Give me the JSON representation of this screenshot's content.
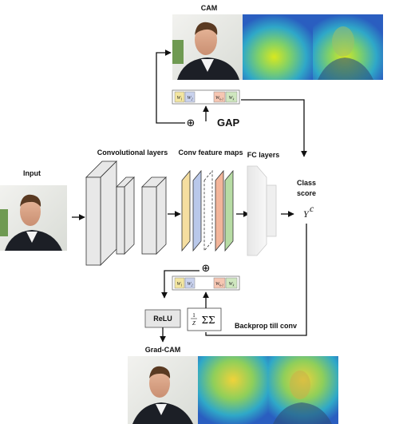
{
  "labels": {
    "cam": "CAM",
    "input": "Input",
    "conv_layers": "Convolutional layers",
    "conv_feature_maps": "Conv feature maps",
    "fc_layers": "FC layers",
    "class_score_1": "Class",
    "class_score_2": "score",
    "class_symbol": "Y",
    "class_superscript": "c",
    "gap": "GAP",
    "oplus": "⊕",
    "relu": "ReLU",
    "grad_cam": "Grad-CAM",
    "backprop": "Backprop till conv",
    "norm_frac_num": "1",
    "norm_frac_den": "Z",
    "norm_sums": "ΣΣ"
  },
  "weights": {
    "w1": "W",
    "w1_sub": "1",
    "w2": "W",
    "w2_sub": "2",
    "wk1": "W",
    "wk1_sub": "k-1",
    "wk": "W",
    "wk_sub": "k"
  },
  "colors": {
    "weight_1": "#f3e6a0",
    "weight_2": "#c9d2ee",
    "weight_k1": "#f6c6b2",
    "weight_k": "#cfe7bf",
    "fmap_yellow": "#f5dea0",
    "fmap_blue": "#b9c8ea",
    "fmap_orange": "#f3b59a",
    "fmap_green": "#b7dca4",
    "conv_block": "#e8e8e8"
  }
}
